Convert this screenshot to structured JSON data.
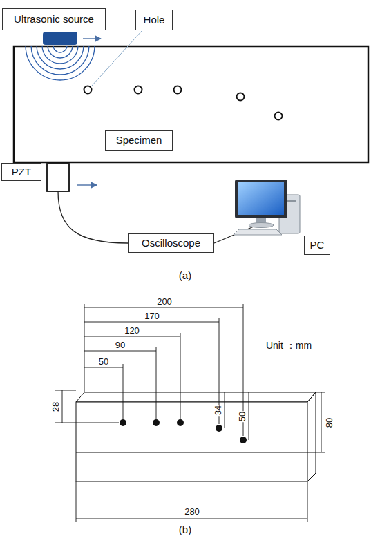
{
  "diagram": {
    "nodes": [
      {
        "text": [
          "Ultrasonic source"
        ]
      },
      {
        "text": [
          "Hole"
        ]
      },
      {
        "text": [
          "Specimen"
        ]
      },
      {
        "text": [
          "PZT"
        ]
      },
      {
        "text": [
          "Oscilloscope"
        ]
      },
      {
        "text": [
          "PC"
        ]
      }
    ],
    "labels": [
      "(a)",
      "200",
      "170",
      "120",
      "90",
      "50",
      "Unit ：mm",
      "28",
      "34",
      "50",
      "80",
      "280",
      "(b)"
    ]
  }
}
